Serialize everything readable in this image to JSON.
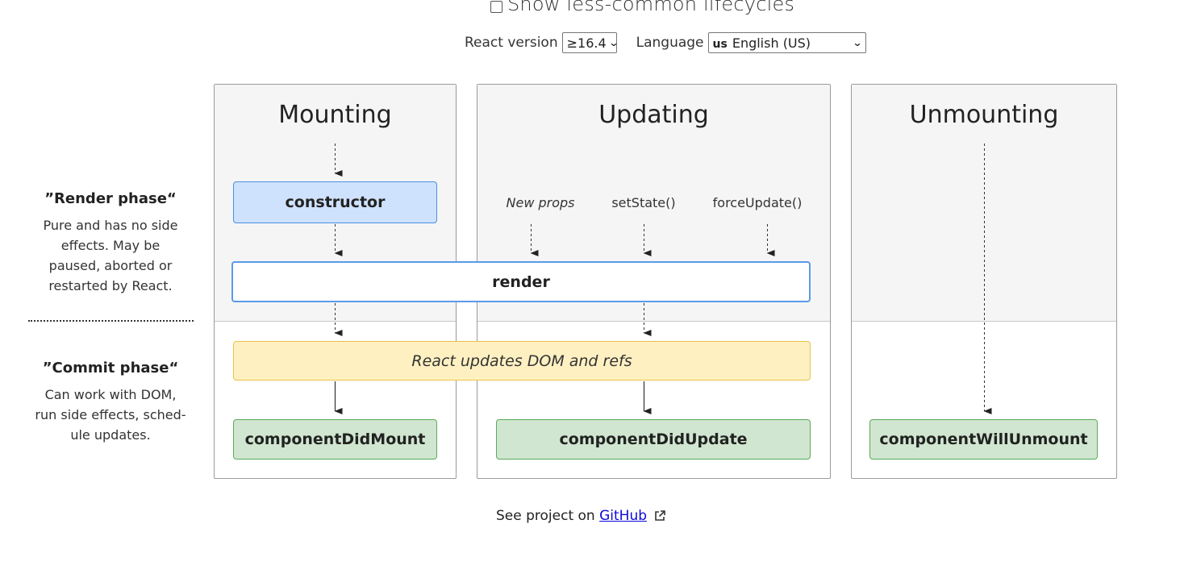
{
  "controls": {
    "show_less_common_label": "Show less-common lifecycles",
    "react_version_label": "React version",
    "react_version_value": "≥16.4",
    "language_label": "Language",
    "language_flag": "us",
    "language_value": "English (US)"
  },
  "phases": {
    "render": {
      "heading": "”Render phase“",
      "description_lines": [
        "Pure and has no side",
        "effects. May be",
        "paused, aborted or",
        "restarted by React."
      ]
    },
    "commit": {
      "heading": "”Commit phase“",
      "description_lines": [
        "Can work with DOM,",
        "run side effects, sched-",
        "ule updates."
      ]
    }
  },
  "sections": {
    "mounting": "Mounting",
    "updating": "Updating",
    "unmounting": "Unmounting"
  },
  "methods": {
    "constructor": "constructor",
    "render": "render",
    "dom_update": "React updates DOM and refs",
    "did_mount": "componentDidMount",
    "did_update": "componentDidUpdate",
    "will_unmount": "componentWillUnmount"
  },
  "triggers": {
    "new_props": "New props",
    "set_state": "setState()",
    "force_update": "forceUpdate()"
  },
  "footer": {
    "text": "See project on",
    "link_label": "GitHub"
  },
  "icons": {
    "checkbox": "checkbox-icon",
    "dropdown": "chevron-down-icon",
    "external_link": "external-link-icon"
  },
  "colors": {
    "blue_fill": "#cfe2fd",
    "green_fill": "#d0e6d0",
    "yellow_fill": "#fff0c2",
    "render_border": "#5b9ae8",
    "section_top": "#f5f5f5"
  }
}
